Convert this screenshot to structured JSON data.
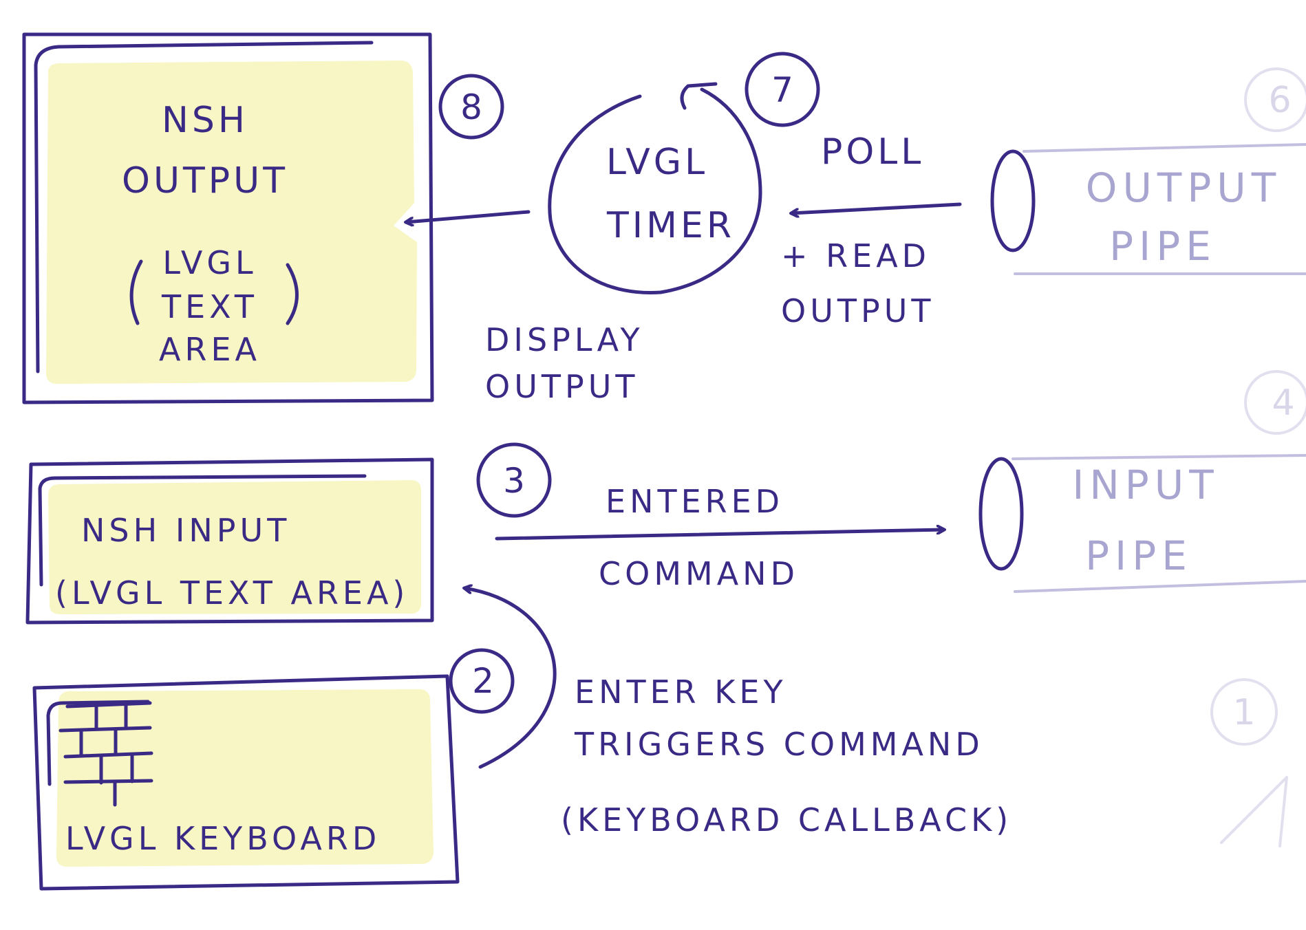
{
  "nsh_output": {
    "line1": "NSH",
    "line2": "OUTPUT",
    "sub1": "LVGL",
    "sub2": "TEXT",
    "sub3": "AREA",
    "step": "8"
  },
  "lvgl_timer": {
    "line1": "LVGL",
    "line2": "TIMER",
    "step": "7"
  },
  "output_pipe": {
    "line1": "OUTPUT",
    "line2": "PIPE",
    "step": "6"
  },
  "input_pipe": {
    "line1": "INPUT",
    "line2": "PIPE",
    "step": "4"
  },
  "nsh_input": {
    "line1": "NSH   INPUT",
    "line2": "(LVGL TEXT AREA)",
    "step": "3"
  },
  "lvgl_keyboard": {
    "label": "LVGL  KEYBOARD",
    "step": "2"
  },
  "ghost_step": "1",
  "edges": {
    "poll_read": {
      "line1": "POLL",
      "line2": "+ READ",
      "line3": "OUTPUT"
    },
    "display_output": {
      "line1": "DISPLAY",
      "line2": "OUTPUT"
    },
    "entered_command": {
      "line1": "ENTERED",
      "line2": "COMMAND"
    },
    "enter_key": {
      "line1": "ENTER  KEY",
      "line2": "TRIGGERS  COMMAND",
      "line3": "(KEYBOARD  CALLBACK)"
    }
  },
  "colors": {
    "ink": "#3a2a85",
    "highlight": "#f7f6c4",
    "faded": "#a9a5d1"
  }
}
